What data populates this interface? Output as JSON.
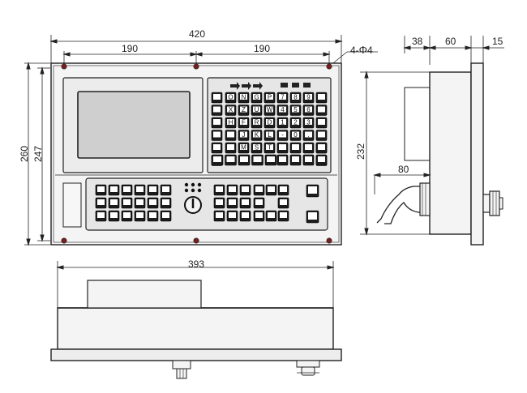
{
  "dimensions": {
    "front_total_width": "420",
    "front_left_span": "190",
    "front_right_span": "190",
    "holes": "4-",
    "hole_size": "4",
    "front_total_height": "260",
    "front_inner_height": "247",
    "side_depth_1": "38",
    "side_depth_2": "60",
    "side_depth_3": "15",
    "side_height": "232",
    "side_connector_depth": "80",
    "bottom_width": "393"
  },
  "keypad": {
    "rows": [
      [
        "O",
        "N",
        "G",
        "P"
      ],
      [
        "X",
        "Z",
        "U",
        "W"
      ],
      [
        "H",
        "F",
        "R",
        "D"
      ],
      [
        "",
        "J",
        "K",
        "L"
      ],
      [
        "",
        "M",
        "S",
        "T"
      ]
    ],
    "num_rows": [
      [
        "7",
        "8",
        "9"
      ],
      [
        "4",
        "5",
        "6"
      ],
      [
        "1",
        "2",
        "3"
      ],
      [
        "-",
        "0",
        "."
      ]
    ]
  },
  "colors": {
    "line": "#222222",
    "panel_fill": "#e8e8e8",
    "screen_fill": "#c9c9c9",
    "key_fill": "#1c1c1c",
    "hole_fill": "#7a1e1e"
  }
}
